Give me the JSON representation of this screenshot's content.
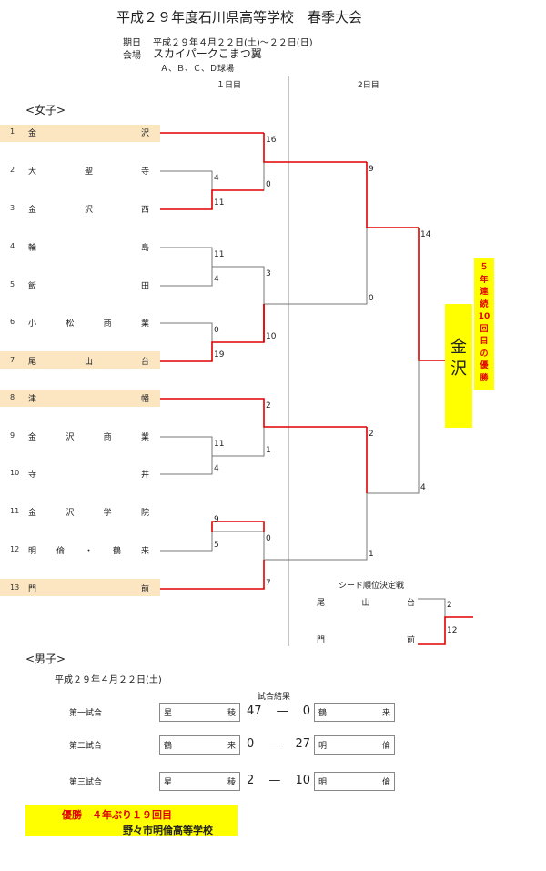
{
  "header": {
    "title": "平成２９年度石川県高等学校　春季大会",
    "date_label": "期日",
    "date_value": "平成２９年４月２２日(土)～２２日(日)",
    "venue_label": "会場",
    "venue_value": "スカイパークこまつ翼",
    "fields": "Ａ、Ｂ、Ｃ、Ｄ球場",
    "day1": "１日目",
    "day2": "2日目"
  },
  "women": {
    "label": "<女子>",
    "teams": [
      {
        "seed": "1",
        "name": [
          "金",
          "沢"
        ]
      },
      {
        "seed": "2",
        "name": [
          "大",
          "聖",
          "寺"
        ]
      },
      {
        "seed": "3",
        "name": [
          "金",
          "沢",
          "西"
        ]
      },
      {
        "seed": "4",
        "name": [
          "輪",
          "島"
        ]
      },
      {
        "seed": "5",
        "name": [
          "飯",
          "田"
        ]
      },
      {
        "seed": "6",
        "name": [
          "小",
          "松",
          "商",
          "業"
        ]
      },
      {
        "seed": "7",
        "name": [
          "尾",
          "山",
          "台"
        ]
      },
      {
        "seed": "8",
        "name": [
          "津",
          "幡"
        ]
      },
      {
        "seed": "9",
        "name": [
          "金",
          "沢",
          "商",
          "業"
        ]
      },
      {
        "seed": "10",
        "name": [
          "寺",
          "井"
        ]
      },
      {
        "seed": "11",
        "name": [
          "金",
          "沢",
          "学",
          "院"
        ]
      },
      {
        "seed": "12",
        "name": [
          "明",
          "倫",
          "・",
          "鶴",
          "来"
        ]
      },
      {
        "seed": "13",
        "name": [
          "門",
          "前"
        ]
      }
    ],
    "scores": {
      "r1_a_top": "4",
      "r1_a_bot": "11",
      "r1_b_top": "11",
      "r1_b_bot": "4",
      "r1_c_top": "0",
      "r1_c_bot": "19",
      "r1_d_top": "11",
      "r1_d_bot": "4",
      "r1_e_top": "9",
      "r1_e_bot": "5",
      "r2_a_top": "16",
      "r2_a_bot": "0",
      "r2_b_top": "3",
      "r2_b_bot": "10",
      "r2_c_top": "2",
      "r2_c_bot": "1",
      "r2_d_top": "0",
      "r2_d_bot": "7",
      "sf_a_top": "9",
      "sf_a_bot": "0",
      "sf_b_top": "2",
      "sf_b_bot": "1",
      "final_top": "14",
      "final_bot": "4"
    },
    "seed_match": {
      "label": "シード順位決定戦",
      "team1": [
        "尾",
        "山",
        "台"
      ],
      "team2": [
        "門",
        "前"
      ],
      "score1": "2",
      "score2": "12"
    },
    "champion": [
      "金",
      "沢"
    ],
    "streak": [
      "５",
      "年",
      "連",
      "続",
      "10",
      "回",
      "目",
      "の",
      "優",
      "勝"
    ]
  },
  "men": {
    "label": "<男子>",
    "date": "平成２９年４月２２日(土)",
    "results_label": "試合結果",
    "games": [
      {
        "label": "第一試合",
        "home": [
          "星",
          "稜"
        ],
        "hs": "47",
        "dash": "—",
        "as": "0",
        "away": [
          "鶴",
          "来"
        ]
      },
      {
        "label": "第二試合",
        "home": [
          "鶴",
          "来"
        ],
        "hs": "0",
        "dash": "—",
        "as": "27",
        "away": [
          "明",
          "倫"
        ]
      },
      {
        "label": "第三試合",
        "home": [
          "星",
          "稜"
        ],
        "hs": "2",
        "dash": "—",
        "as": "10",
        "away": [
          "明",
          "倫"
        ]
      }
    ],
    "champion_line1": "優勝　４年ぶり１９回目",
    "champion_line2": "野々市明倫高等学校"
  },
  "colors": {
    "win": "#e00000",
    "line": "#777777",
    "highlight": "#fce6c2",
    "banner": "#ffff00"
  }
}
